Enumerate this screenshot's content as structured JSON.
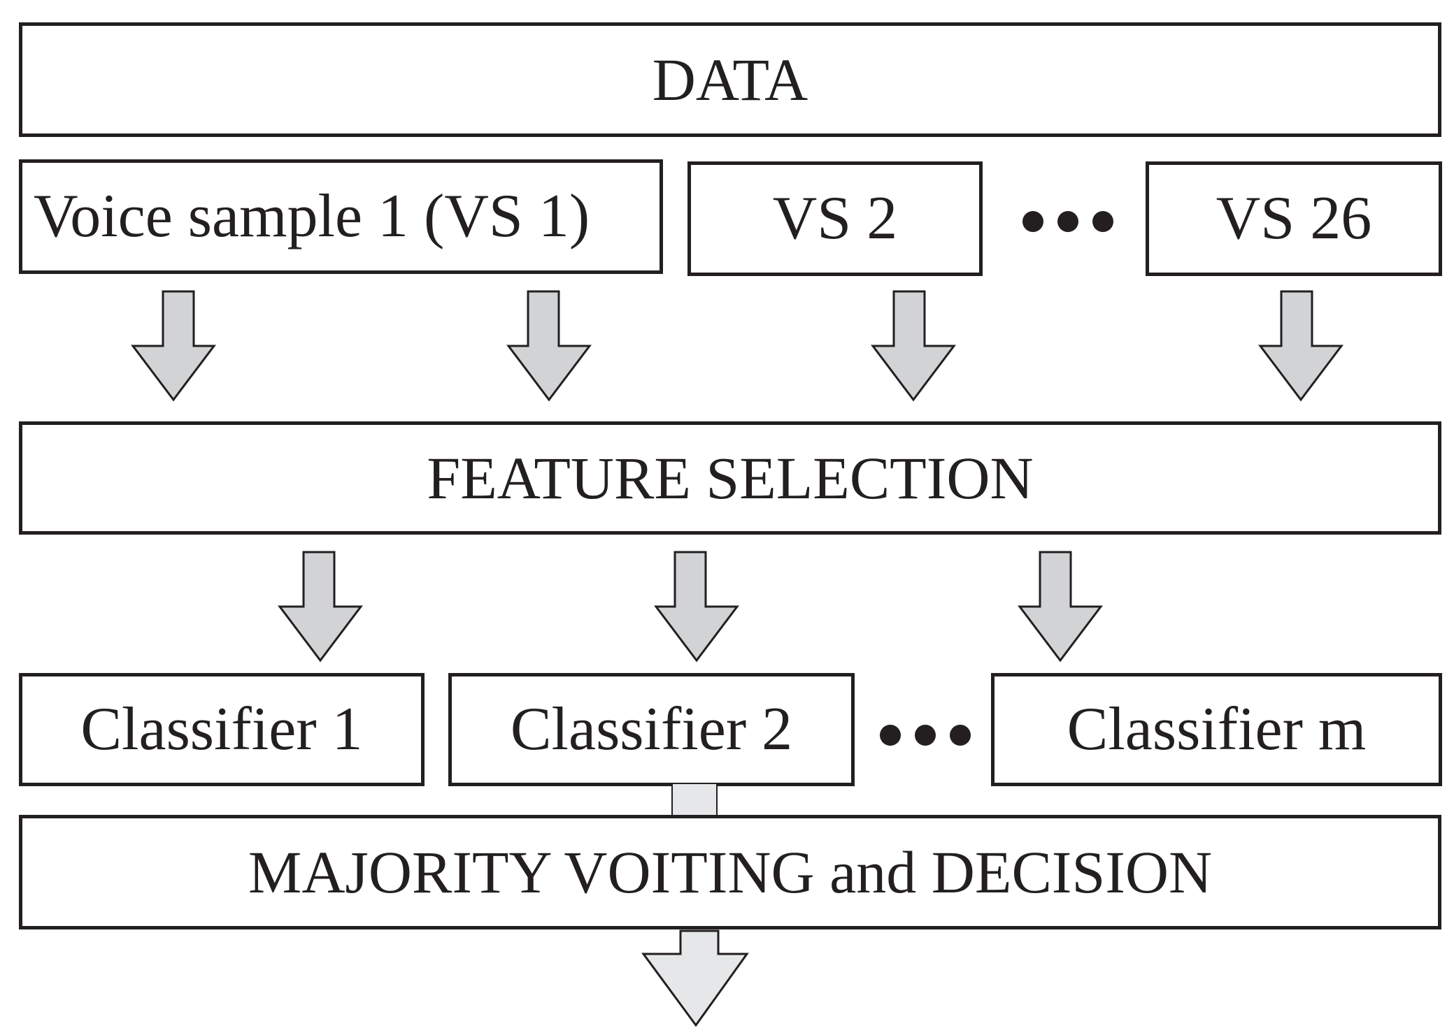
{
  "diagram": {
    "data_label": "DATA",
    "voice_samples": [
      "Voice sample 1 (VS 1)",
      "VS 2",
      "VS 26"
    ],
    "feature_selection_label": "FEATURE SELECTION",
    "classifiers": [
      "Classifier 1",
      "Classifier 2",
      "Classifier m"
    ],
    "decision_label": "MAJORITY VOITING and DECISION"
  },
  "colors": {
    "stroke": "#231f20",
    "arrow_fill_dark": "#d1d3d4",
    "arrow_fill_light": "#e6e7e8",
    "box_fill": "#ffffff"
  },
  "icons": {
    "flow_arrow": "down-arrow-icon",
    "ellipsis": "ellipsis-dots"
  }
}
